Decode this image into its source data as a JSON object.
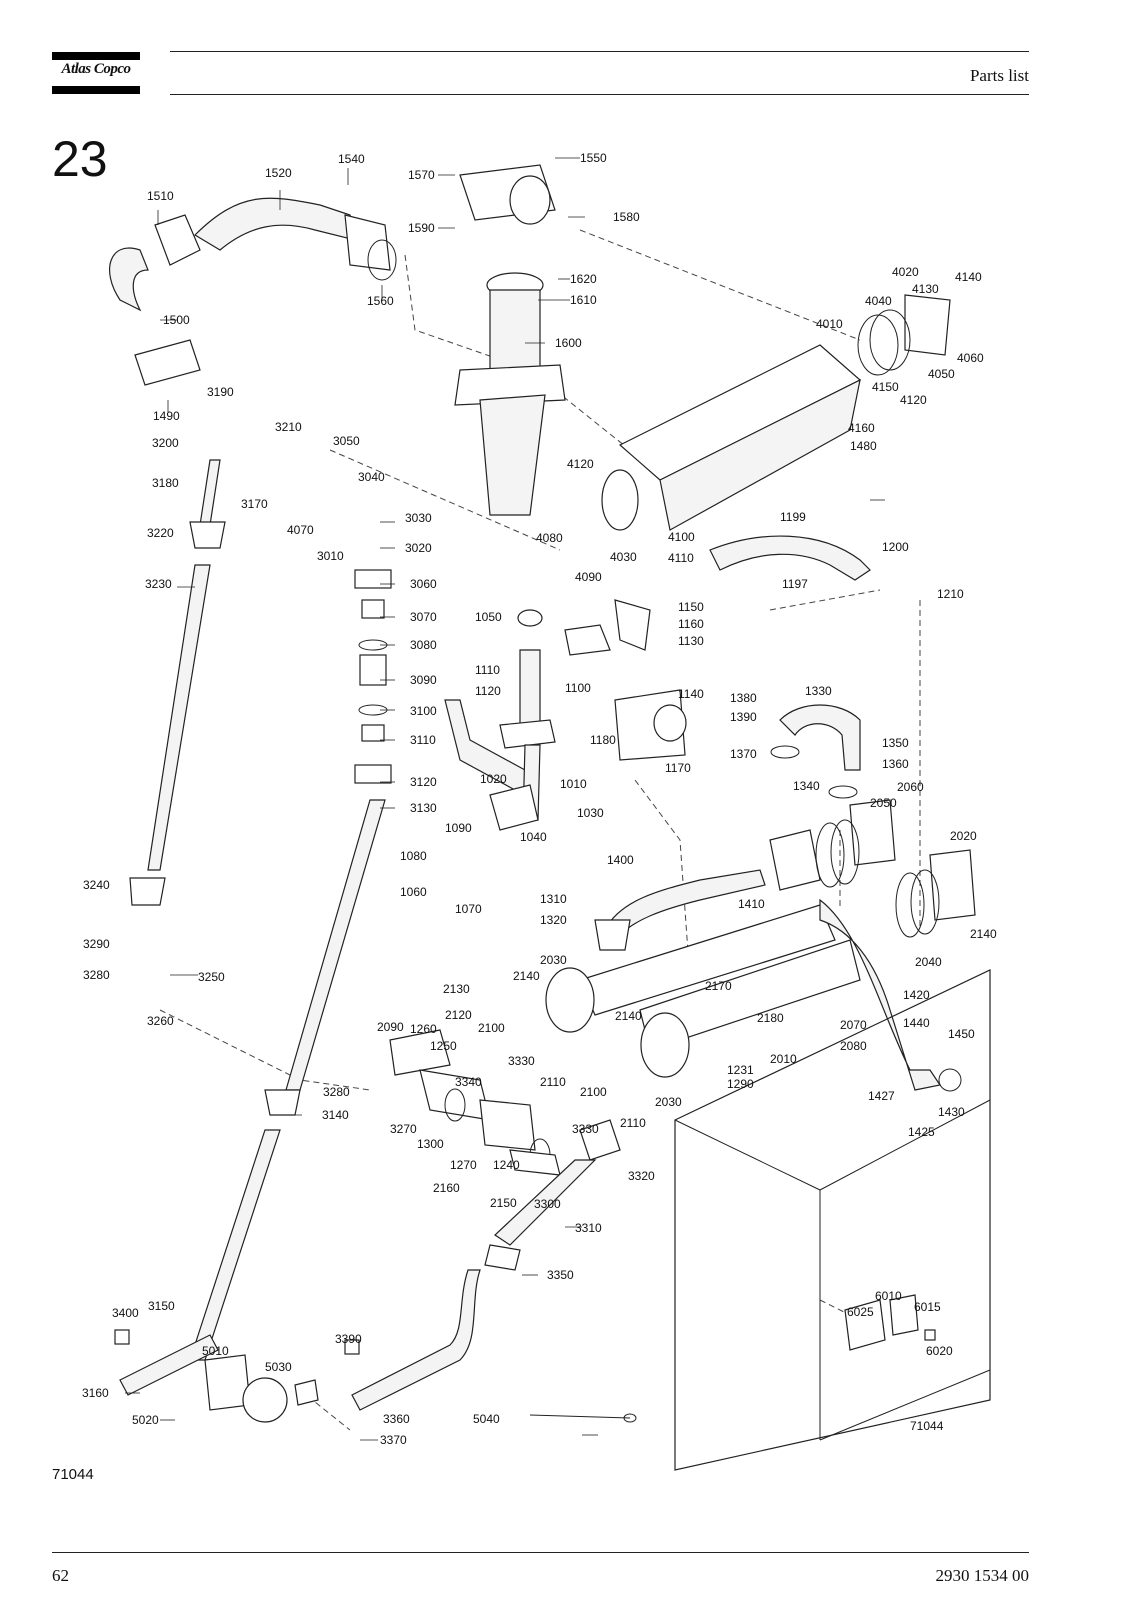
{
  "header": {
    "brand": "Atlas Copco",
    "section": "Parts list"
  },
  "figure": {
    "number": "23",
    "drawing_id": "71044",
    "drawing_id_inner": "71044",
    "callouts": [
      "1520",
      "1540",
      "1510",
      "1570",
      "1550",
      "1590",
      "1580",
      "1560",
      "1500",
      "1620",
      "1610",
      "1600",
      "1490",
      "4020",
      "4140",
      "4130",
      "4040",
      "4010",
      "4060",
      "4050",
      "4150",
      "4120",
      "4160",
      "1480",
      "3190",
      "3200",
      "3210",
      "3050",
      "3040",
      "3180",
      "3170",
      "3030",
      "4070",
      "3010",
      "3020",
      "4120",
      "4080",
      "4030",
      "4100",
      "4110",
      "4090",
      "1199",
      "1200",
      "1197",
      "1210",
      "3220",
      "3230",
      "3060",
      "3070",
      "3080",
      "3090",
      "3100",
      "3110",
      "3120",
      "3130",
      "1050",
      "1150",
      "1160",
      "1130",
      "1110",
      "1100",
      "1120",
      "1140",
      "1380",
      "1330",
      "1390",
      "1180",
      "1350",
      "1370",
      "1360",
      "1170",
      "1020",
      "1010",
      "1030",
      "1040",
      "1340",
      "2060",
      "2050",
      "1090",
      "1080",
      "1060",
      "1070",
      "1400",
      "2020",
      "1310",
      "1320",
      "1410",
      "2140",
      "3240",
      "3290",
      "3280",
      "3250",
      "3260",
      "2030",
      "2140",
      "2040",
      "2130",
      "2170",
      "1420",
      "2120",
      "2090",
      "1260",
      "2100",
      "2140",
      "2180",
      "2070",
      "1440",
      "1450",
      "1250",
      "3330",
      "2010",
      "2080",
      "2110",
      "2100",
      "1231",
      "1290",
      "3280",
      "3340",
      "1427",
      "1430",
      "2030",
      "2110",
      "3140",
      "3270",
      "1300",
      "3330",
      "1425",
      "1270",
      "1240",
      "3320",
      "2160",
      "2150",
      "3300",
      "3310",
      "3350",
      "3400",
      "3150",
      "6010",
      "6025",
      "6015",
      "3390",
      "5010",
      "5030",
      "6020",
      "3160",
      "5020",
      "3360",
      "5040",
      "3370"
    ]
  },
  "footer": {
    "page": "62",
    "doc_number": "2930 1534 00"
  }
}
